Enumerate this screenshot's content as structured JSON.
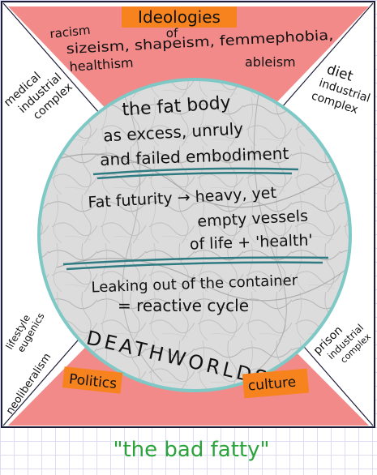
{
  "colors": {
    "triangle": "#f28a8a",
    "highlight": "#f7831f",
    "divider": "#2f7b82",
    "circle_edge": "#7ec8c6",
    "title": "#2aa33a",
    "outline": "#1d1d3a"
  },
  "top": {
    "heading": "Ideologies",
    "of": "of",
    "line1": "racism",
    "line2": "sizeism, shapeism, femmephobia,",
    "line3": "healthism",
    "line4": "ableism"
  },
  "left": {
    "line1": "medical",
    "line2": "industrial",
    "line3": "complex"
  },
  "right": {
    "line1": "diet",
    "line2": "industrial",
    "line3": "complex"
  },
  "circle": {
    "block1": [
      "the fat body",
      "as excess, unruly",
      "and failed embodiment"
    ],
    "block2": [
      "Fat futurity → heavy, yet",
      "empty vessels",
      "of life + 'health'"
    ],
    "block3": [
      "Leaking out of the container",
      "= reactive cycle"
    ],
    "deathworlds": "DEATHWORLDS"
  },
  "bottom_left": {
    "line1": "lifestyle",
    "line2": "eugenics",
    "line3": "neoliberalism"
  },
  "bottom_right": {
    "line1": "prison",
    "line2": "industrial",
    "line3": "complex"
  },
  "bottom": {
    "politics": "Politics",
    "culture": "culture"
  },
  "caption": "\"the bad fatty\""
}
